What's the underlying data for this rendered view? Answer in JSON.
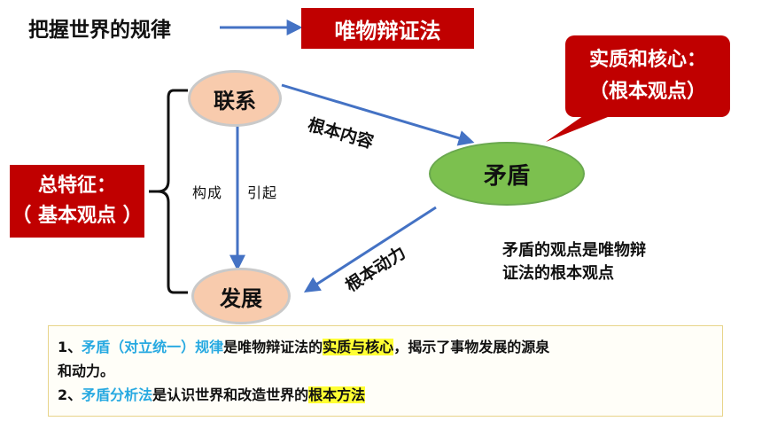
{
  "top": {
    "lead": "把握世界的规律",
    "target": "唯物辩证法"
  },
  "callout_core": {
    "line1": "实质和核心：",
    "line2": "（根本观点）"
  },
  "overall_feature": {
    "line1": "总特征：",
    "line2": "（ 基本观点 ）"
  },
  "nodes": {
    "link": "联系",
    "development": "发展",
    "contradiction": "矛盾"
  },
  "edge_labels": {
    "constitute": "构成",
    "cause": "引起",
    "fundamental_content": "根本内容",
    "fundamental_force": "根本动力"
  },
  "side_note": {
    "line1": "矛盾的观点是唯物辩",
    "line2": "证法的根本观点"
  },
  "summary": {
    "item1": {
      "num": "1、",
      "term": "矛盾（对立统一）规律",
      "text1": "是唯物辩证法的",
      "highlight": "实质与核心",
      "text2": "，揭示了事物发展的源泉",
      "text3": "和动力。"
    },
    "item2": {
      "num": "2、",
      "term": "矛盾分析法",
      "text1": "是认识世界和改造世界的",
      "highlight": "根本方法"
    }
  },
  "colors": {
    "red": "#c00000",
    "arrow_blue": "#4472c4",
    "peach": "#f8cbad",
    "green": "#7cc04f",
    "cyan": "#27a9e1",
    "highlight": "#ffff33"
  }
}
